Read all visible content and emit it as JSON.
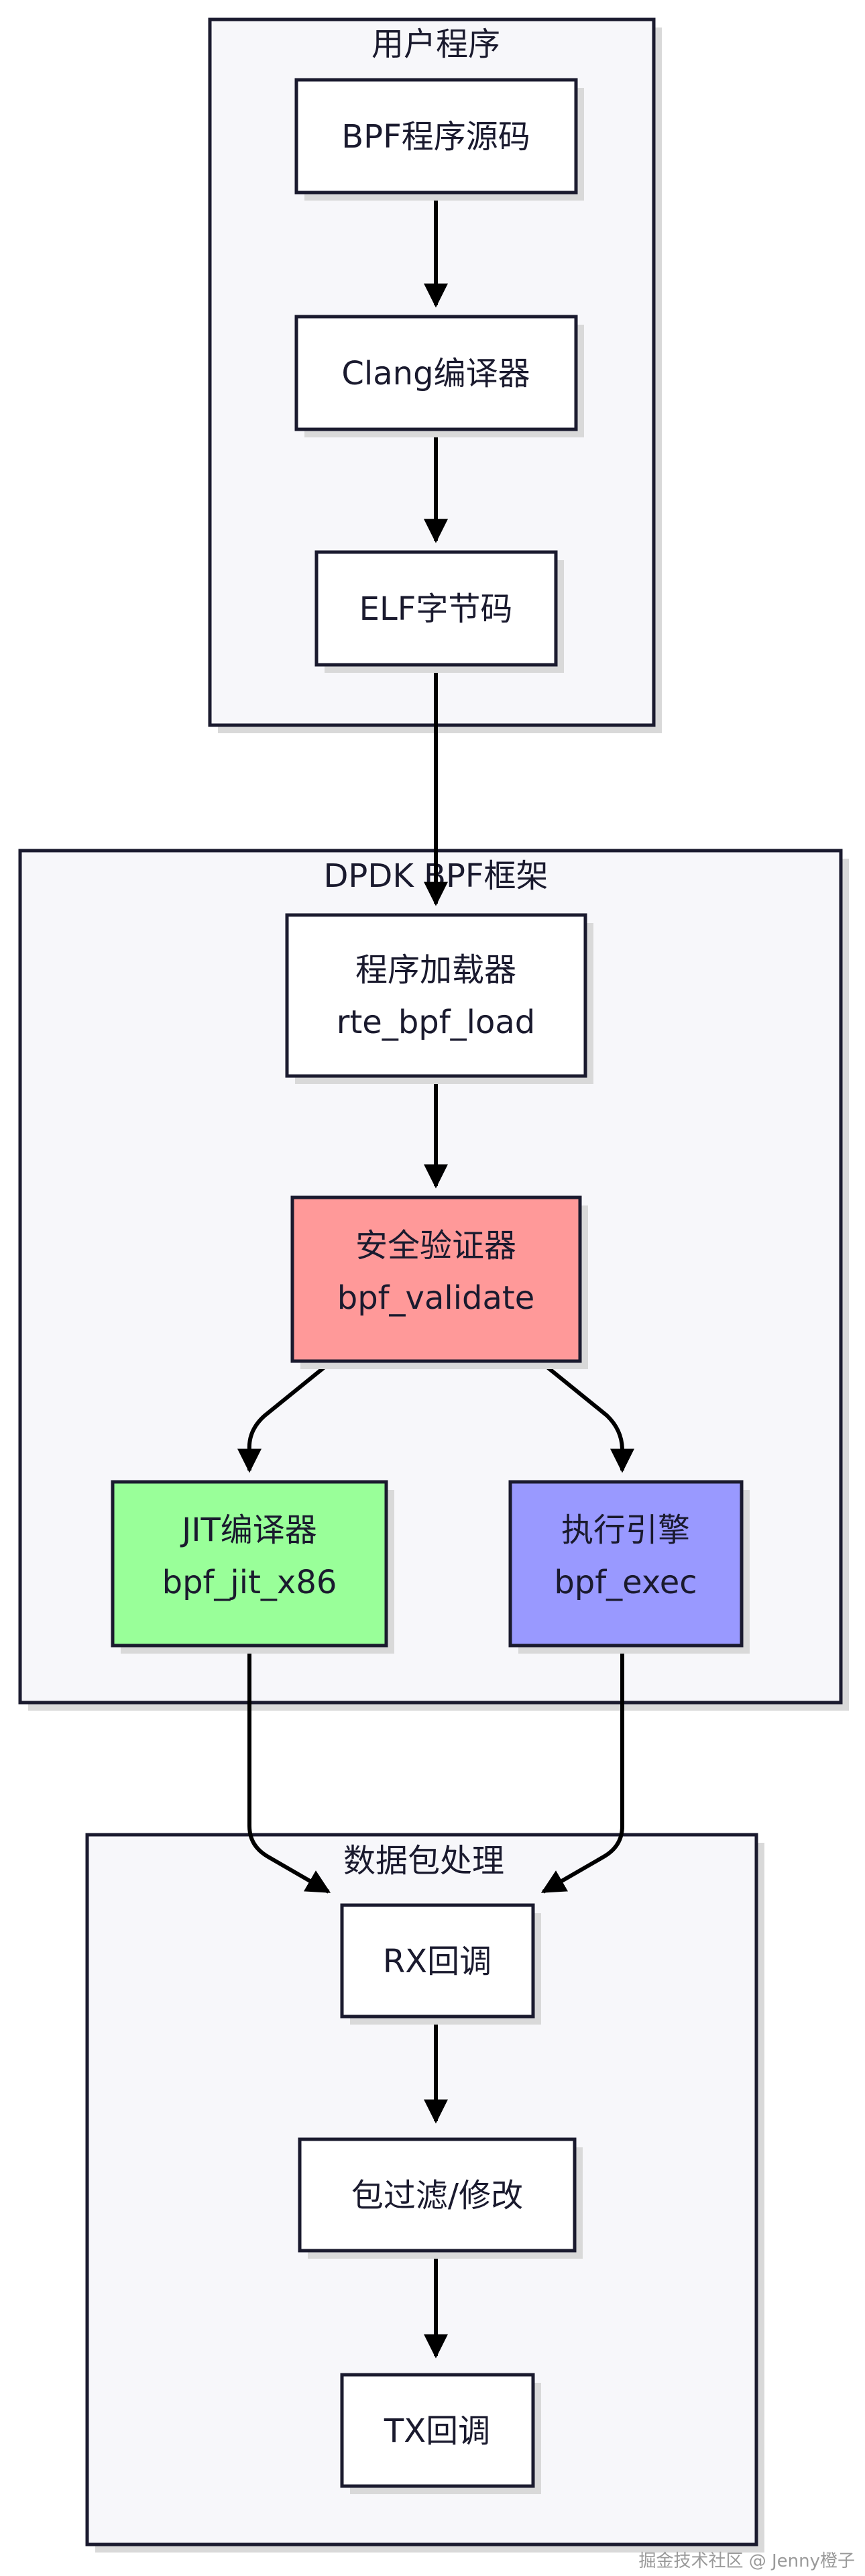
{
  "clusters": {
    "user": {
      "title": "用户程序"
    },
    "dpdk": {
      "title": "DPDK BPF框架"
    },
    "packet": {
      "title": "数据包处理"
    }
  },
  "nodes": {
    "bpf_source": {
      "line1": "BPF程序源码"
    },
    "clang": {
      "line1": "Clang编译器"
    },
    "elf": {
      "line1": "ELF字节码"
    },
    "loader": {
      "line1": "程序加载器",
      "line2": "rte_bpf_load"
    },
    "validator": {
      "line1": "安全验证器",
      "line2": "bpf_validate",
      "fill": "#ff9999"
    },
    "jit": {
      "line1": "JIT编译器",
      "line2": "bpf_jit_x86",
      "fill": "#99ff99"
    },
    "exec": {
      "line1": "执行引擎",
      "line2": "bpf_exec",
      "fill": "#9999ff"
    },
    "rx": {
      "line1": "RX回调"
    },
    "filter": {
      "line1": "包过滤/修改"
    },
    "tx": {
      "line1": "TX回调"
    }
  },
  "watermark": {
    "text": "掘金技术社区 @ Jenny橙子"
  },
  "colors": {
    "cluster_fill": "#f7f7fa",
    "stroke": "#1a1a2e",
    "node_fill": "#ffffff",
    "shadow": "#d9d9d9"
  }
}
